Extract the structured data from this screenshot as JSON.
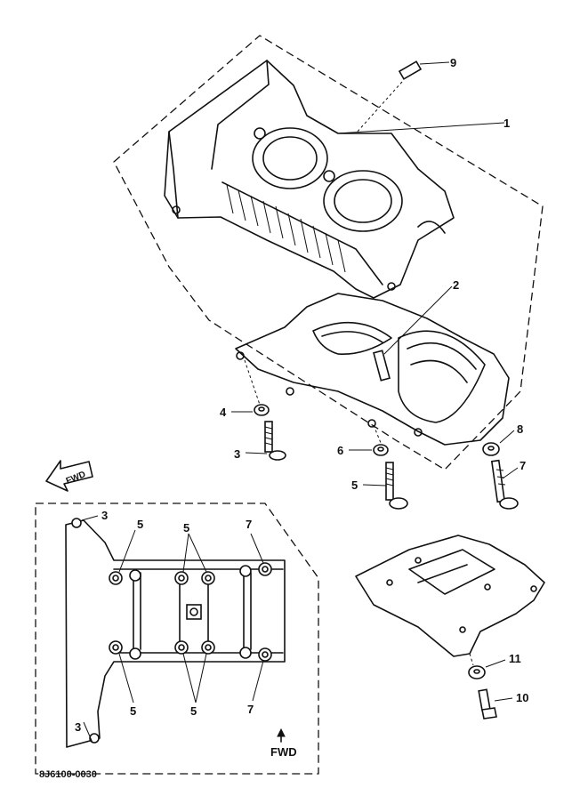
{
  "diagram": {
    "reference_code": "8J6100-0030",
    "fwd_label": "FWD",
    "callouts": {
      "c1": "1",
      "c2": "2",
      "c3a": "3",
      "c4": "4",
      "c5a": "5",
      "c6": "6",
      "c7a": "7",
      "c8": "8",
      "c9": "9",
      "c10": "10",
      "c11": "11",
      "d3top": "3",
      "d3bot": "3",
      "d5a": "5",
      "d5b": "5",
      "d5c": "5",
      "d5d": "5",
      "d7top": "7",
      "d7bot": "7"
    }
  }
}
